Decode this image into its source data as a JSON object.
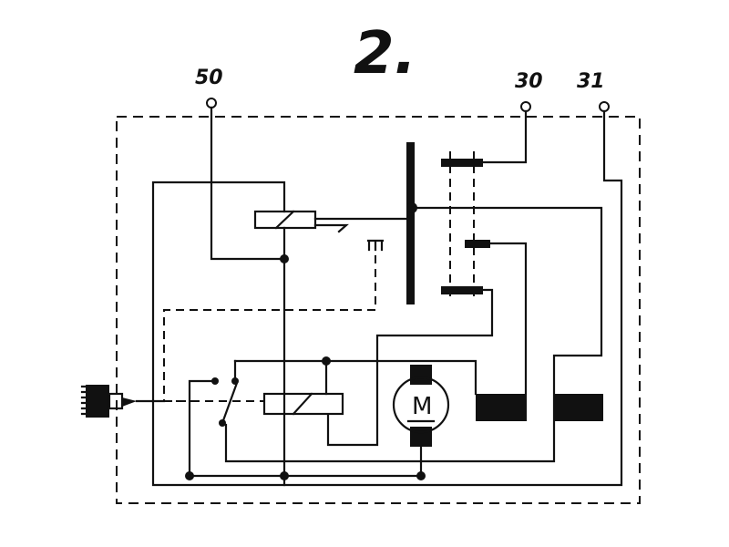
{
  "diagram": {
    "title": "2.",
    "terminals": [
      "50",
      "30",
      "31"
    ],
    "motor_symbol": "M"
  }
}
